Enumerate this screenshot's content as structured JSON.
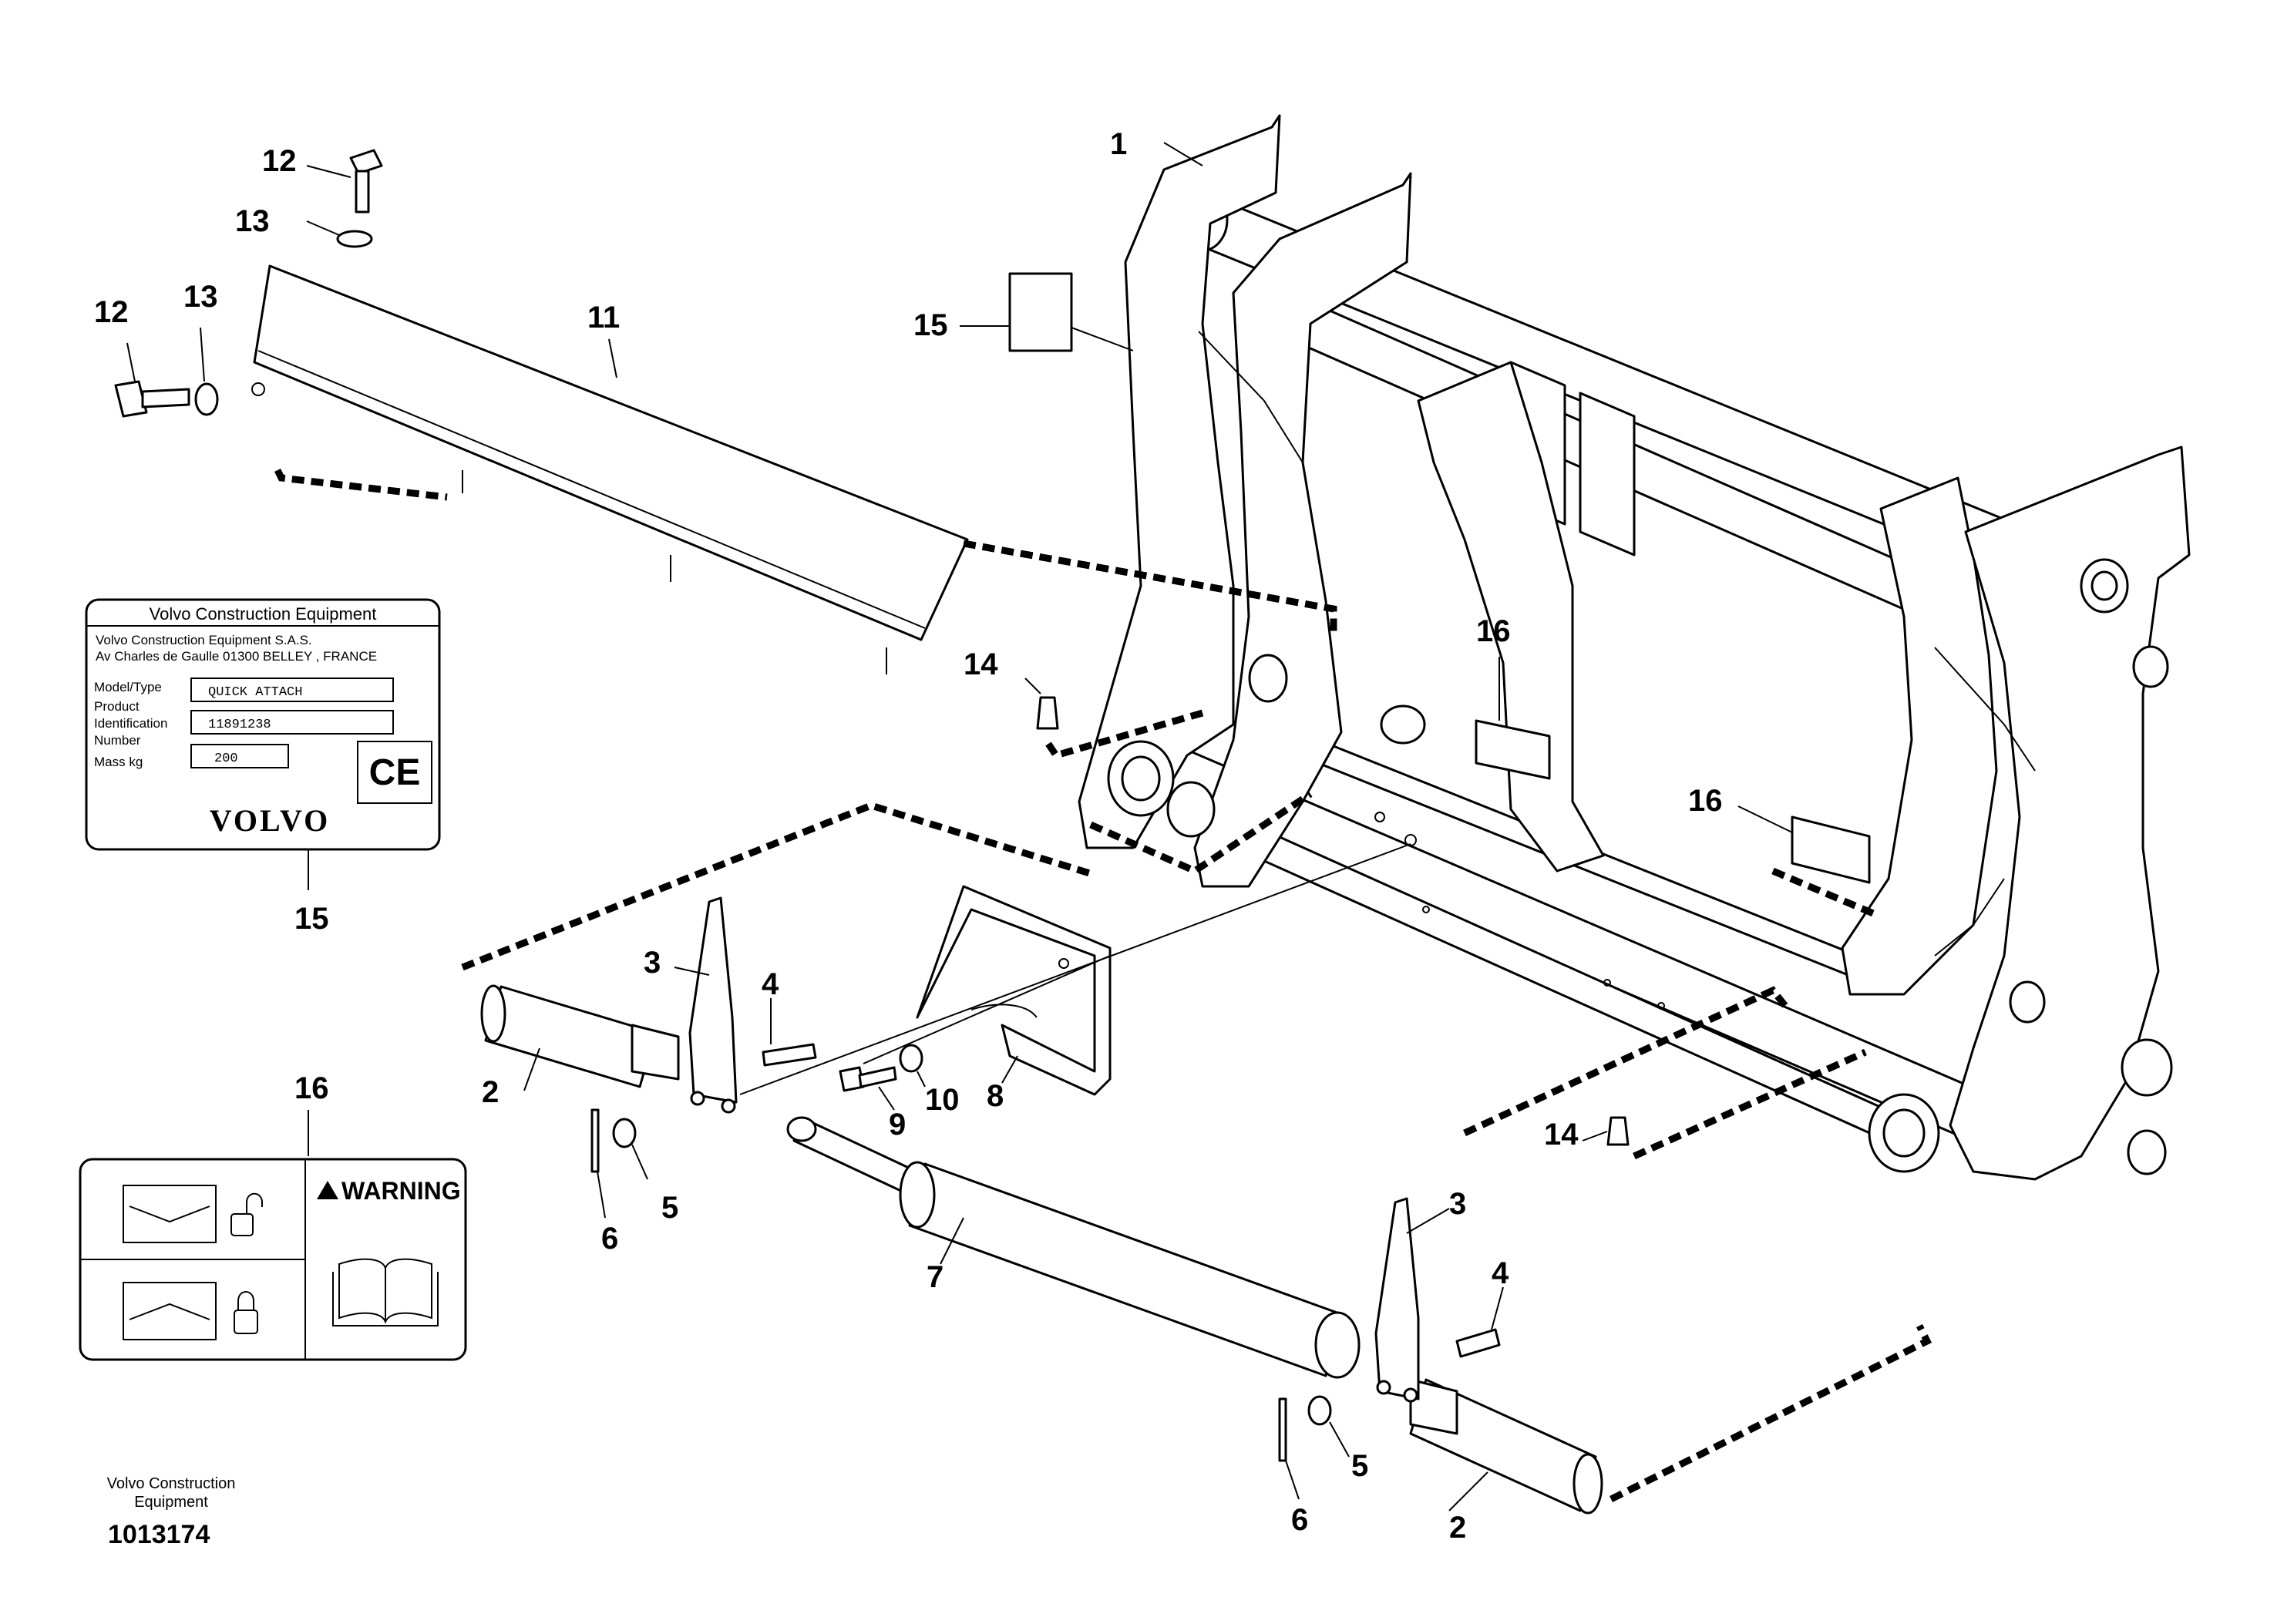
{
  "diagram": {
    "callouts": {
      "c1": "1",
      "c2a": "2",
      "c2b": "2",
      "c3a": "3",
      "c3b": "3",
      "c4a": "4",
      "c4b": "4",
      "c5a": "5",
      "c5b": "5",
      "c6a": "6",
      "c6b": "6",
      "c7": "7",
      "c8": "8",
      "c9": "9",
      "c10": "10",
      "c11": "11",
      "c12a": "12",
      "c12b": "12",
      "c13a": "13",
      "c13b": "13",
      "c14a": "14",
      "c14b": "14",
      "c15a": "15",
      "c15b": "15",
      "c16a": "16",
      "c16b": "16",
      "c16c": "16"
    },
    "id_plate": {
      "title": "Volvo Construction Equipment",
      "company": "Volvo Construction Equipment S.A.S.",
      "address": "Av Charles de Gaulle 01300 BELLEY , FRANCE",
      "model_label": "Model/Type",
      "model_value": "QUICK ATTACH",
      "pin_label_1": "Product",
      "pin_label_2": "Identification",
      "pin_label_3": "Number",
      "pin_value": "11891238",
      "mass_label": "Mass kg",
      "mass_value": "200",
      "ce_mark": "CE",
      "brand": "VOLVO"
    },
    "warning_decal": {
      "warning_text": "WARNING",
      "icons": [
        "unlocked-padlock-icon",
        "locked-padlock-icon",
        "manual-book-icon",
        "warning-triangle-icon"
      ]
    },
    "footer": {
      "line1": "Volvo Construction",
      "line2": "Equipment",
      "doc_number": "1013174"
    }
  }
}
